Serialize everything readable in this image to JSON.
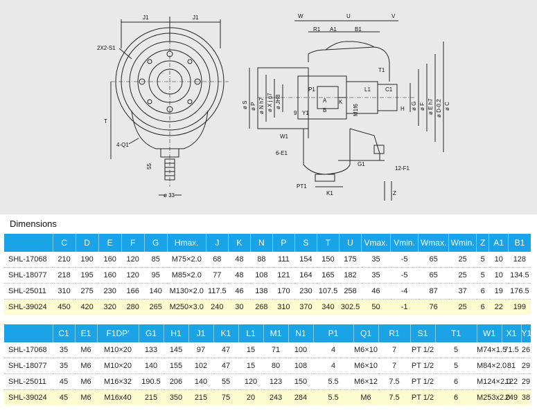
{
  "section_title": "Dimensions",
  "drawing_labels": {
    "left": [
      "J1",
      "J1",
      "2X2-S1",
      "T",
      "4-Q1",
      "55",
      "ø 33"
    ],
    "right": [
      "W",
      "U",
      "V",
      "R1",
      "A1",
      "B1",
      "T1",
      "ø S",
      "ø P",
      "ø N h7",
      "ø X j g7",
      "ø JH8",
      "P1",
      "A",
      "B",
      "K",
      "M1f6",
      "L1",
      "C1",
      "H",
      "ø G",
      "ø F",
      "ø E h7",
      "ø D-0.2",
      "ø C",
      "9",
      "Y1",
      "W1",
      "6-E1",
      "G1",
      "12-F1",
      "PT1",
      "K1",
      "Z"
    ]
  },
  "table1": {
    "headers": [
      "",
      "C",
      "D",
      "E",
      "F",
      "G",
      "Hmax.",
      "J",
      "K",
      "N",
      "P",
      "S",
      "T",
      "U",
      "Vmax.",
      "Vmin.",
      "Wmax.",
      "Wmin.",
      "Z",
      "A1",
      "B1"
    ],
    "rows": [
      [
        "SHL-17068",
        "210",
        "190",
        "160",
        "120",
        "85",
        "M75×2.0",
        "68",
        "48",
        "88",
        "111",
        "154",
        "150",
        "175",
        "35",
        "-5",
        "65",
        "25",
        "5",
        "10",
        "128"
      ],
      [
        "SHL-18077",
        "218",
        "195",
        "160",
        "120",
        "95",
        "M85×2.0",
        "77",
        "48",
        "108",
        "121",
        "164",
        "165",
        "182",
        "35",
        "-5",
        "65",
        "25",
        "5",
        "10",
        "134.5"
      ],
      [
        "SHL-25011",
        "310",
        "275",
        "230",
        "166",
        "140",
        "M130×2.0",
        "117.5",
        "46",
        "138",
        "170",
        "230",
        "107.5",
        "258",
        "46",
        "-4",
        "87",
        "37",
        "6",
        "19",
        "176.5"
      ],
      [
        "SHL-39024",
        "450",
        "420",
        "320",
        "280",
        "265",
        "M250×3.0",
        "240",
        "30",
        "268",
        "310",
        "370",
        "340",
        "302.5",
        "50",
        "-1",
        "76",
        "25",
        "6",
        "22",
        "199"
      ]
    ]
  },
  "table2": {
    "headers": [
      "",
      "C1",
      "E1",
      "F1DP'",
      "G1",
      "H1",
      "J1",
      "K1",
      "L1",
      "M1",
      "N1",
      "P1",
      "Q1",
      "R1",
      "S1",
      "T1",
      "W1",
      "X1",
      "Y1"
    ],
    "rows": [
      [
        "SHL-17068",
        "35",
        "M6",
        "M10×20",
        "133",
        "145",
        "97",
        "47",
        "15",
        "71",
        "100",
        "4",
        "M6×10",
        "7",
        "PT 1/2",
        "5",
        "M74×1.5",
        "71.5",
        "26"
      ],
      [
        "SHL-18077",
        "35",
        "M6",
        "M10×20",
        "140",
        "155",
        "102",
        "47",
        "15",
        "80",
        "108",
        "4",
        "M6×10",
        "7",
        "PT 1/2",
        "5",
        "M84×2.0",
        "81",
        "29"
      ],
      [
        "SHL-25011",
        "45",
        "M6",
        "M16×32",
        "190.5",
        "206",
        "140",
        "55",
        "120",
        "123",
        "150",
        "5.5",
        "M6×12",
        "7.5",
        "PT 1/2",
        "6",
        "M124×2.0",
        "122",
        "29"
      ],
      [
        "SHL-39024",
        "45",
        "M6",
        "M16x40",
        "215",
        "350",
        "215",
        "75",
        "20",
        "243",
        "284",
        "5.5",
        "M6",
        "7.5",
        "PT 1/2",
        "6",
        "M253x2.0",
        "249",
        "38"
      ]
    ]
  }
}
